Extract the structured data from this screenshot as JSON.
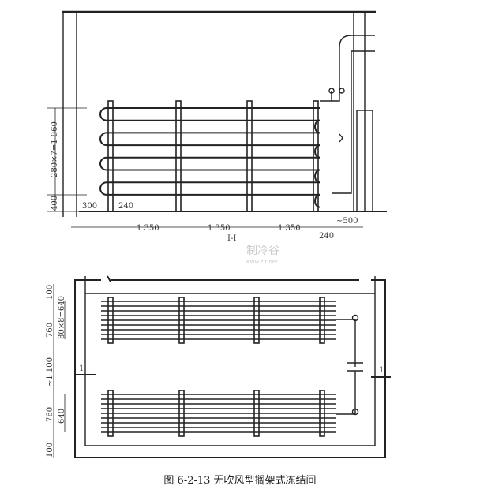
{
  "section_view": {
    "dims": {
      "height_coils": "280×7=1 960",
      "height_base": "400",
      "wall_gap": "300",
      "left_offset": "240",
      "span_1": "1 350",
      "span_2": "1 350",
      "span_3": "1 350",
      "right_offset": "240",
      "right_clear": "~500"
    },
    "label": "I-I"
  },
  "plan_view": {
    "dims": {
      "top_wall": "100",
      "group_1_height": "760",
      "group_1_coils": "80×8=640",
      "middle_gap": "~1 100",
      "group_2_height": "760",
      "group_2_coils": "640",
      "bottom_wall": "100"
    },
    "section_mark_left": "1",
    "section_mark_right": "1"
  },
  "watermark": {
    "logo": "制冷谷",
    "url": "www.zlt.net"
  },
  "caption": "图 6-2-13   无吹风型搁架式冻结间"
}
